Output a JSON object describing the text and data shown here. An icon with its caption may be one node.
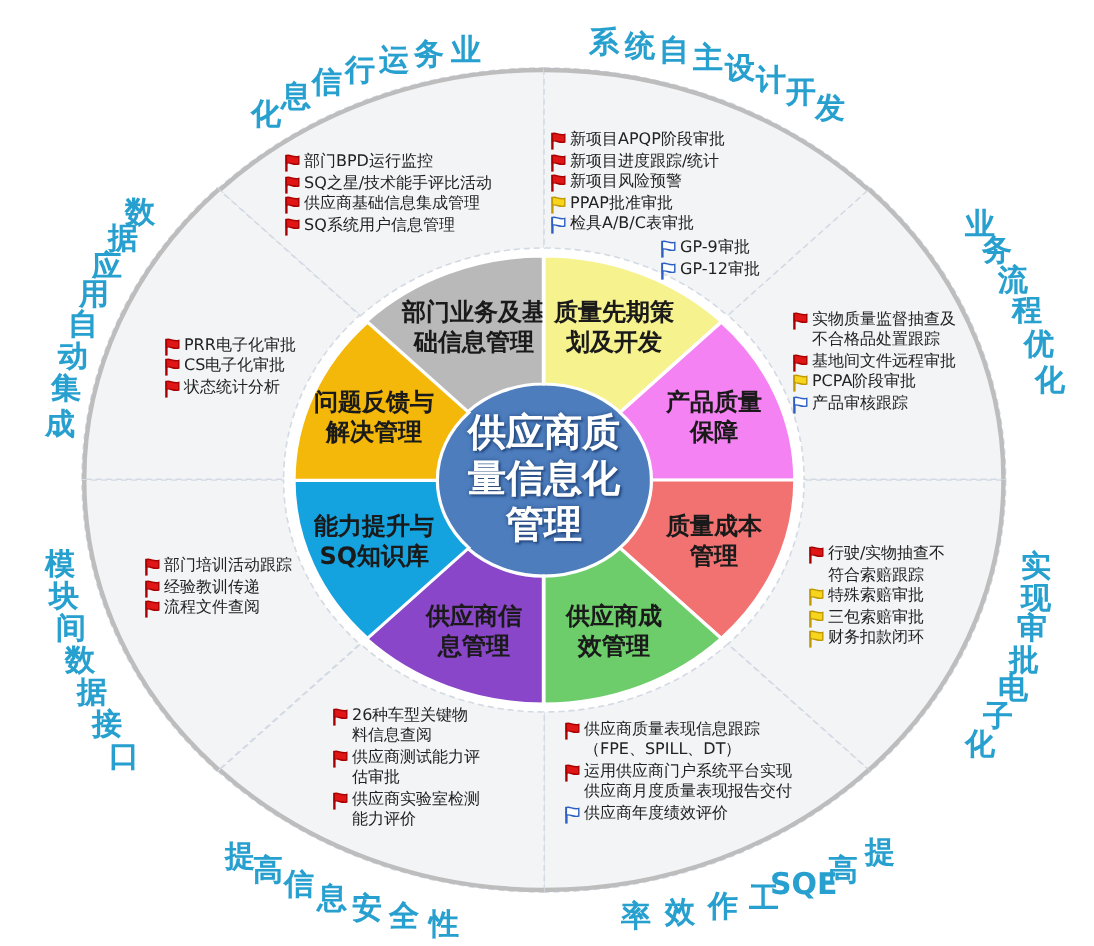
{
  "diagram": {
    "nodes": [
      {
        "text": [
          "供应商质量信息化管理"
        ]
      },
      {
        "text": [
          "部门业务及基础信息管理"
        ]
      },
      {
        "text": [
          "质量先期策划及开发"
        ]
      },
      {
        "text": [
          "产品质量保障"
        ]
      },
      {
        "text": [
          "质量成本管理"
        ]
      },
      {
        "text": [
          "供应商成效管理"
        ]
      },
      {
        "text": [
          "供应商信息管理"
        ]
      },
      {
        "text": [
          "能力提升与SQ知识库"
        ]
      },
      {
        "text": [
          "问题反馈与解决管理"
        ]
      },
      {
        "text": [
          "部门BPD运行监控",
          "SQ之星/技术能手评比活动",
          "供应商基础信息集成管理",
          "SQ系统用户信息管理"
        ]
      },
      {
        "text": [
          "新项目APQP阶段审批",
          "新项目进度跟踪/统计",
          "新项目风险预警",
          "PPAP批准审批",
          "检具A/B/C表审批",
          "GP-9审批",
          "GP-12审批"
        ]
      },
      {
        "text": [
          "实物质量监督抽查及不合格品处置跟踪",
          "基地间文件远程审批",
          "PCPA阶段审批",
          "产品审核跟踪"
        ]
      },
      {
        "text": [
          "行驶/实物抽查不符合索赔跟踪",
          "特殊索赔审批",
          "三包索赔审批",
          "财务扣款闭环"
        ]
      },
      {
        "text": [
          "供应商质量表现信息跟踪（FPE、SPILL、DT）",
          "运用供应商门户系统平台实现供应商月度质量表现报告交付",
          "供应商年度绩效评价"
        ]
      },
      {
        "text": [
          "26种车型关键物料信息查阅",
          "供应商测试能力评估审批",
          "供应商实验室检测能力评价"
        ]
      },
      {
        "text": [
          "部门培训活动跟踪",
          "经验教训传递",
          "流程文件查阅"
        ]
      },
      {
        "text": [
          "PRR电子化审批",
          "CS电子化审批",
          "状态统计分析"
        ]
      }
    ],
    "labels": [
      "业务运行信息化",
      "系统自主设计开发",
      "业务流程优化",
      "实现审批电子化",
      "提高SQE工作效率",
      "提高信息安全性",
      "模块间数据接口",
      "数据应用自动集成"
    ]
  }
}
